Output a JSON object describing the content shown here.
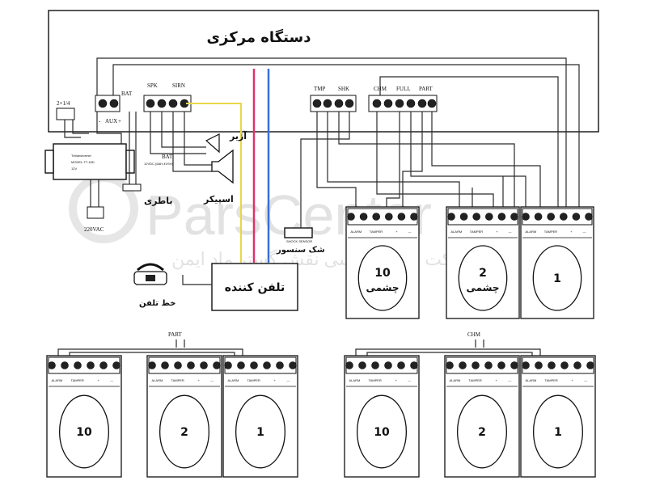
{
  "central_unit": {
    "title": "دستگاه مرکزی",
    "terminals": {
      "aux": "AUX",
      "aux_minus": "-",
      "aux_plus": "+",
      "bat": "BAT",
      "spk": "SPK",
      "siren": "SIRN",
      "tmp": "TMP",
      "shk": "SHK",
      "chm": "CHM",
      "full": "FULL",
      "part": "PART"
    }
  },
  "power": {
    "fuse_label": "2×1/4",
    "transformer_line1": "Tritransformer",
    "transformer_line2": "MODEL:TT-16D",
    "transformer_line3": "12V",
    "mains_label": "220VAC"
  },
  "battery": {
    "spec_label": "BAT",
    "spec_sub": "12VDC (6AH,4VSH)",
    "name": "باطری"
  },
  "outputs": {
    "buzzer": "آژیر",
    "speaker": "اسپیکر"
  },
  "shock_sensor": {
    "device_label": "SHOCK SENSOR",
    "name": "شک سنسور"
  },
  "dialer": {
    "name": "تلفن کننده",
    "phone_line": "خط تلفن"
  },
  "detector_terminal_labels": {
    "alarm": "ALARM",
    "tamper": "TAMPER",
    "plus": "+",
    "minus": "—"
  },
  "top_detectors": [
    {
      "number": "10",
      "label": "چشمی"
    },
    {
      "number": "2",
      "label": "چشمی"
    },
    {
      "number": "1",
      "label": ""
    }
  ],
  "part_group": {
    "label": "PART",
    "detectors": [
      {
        "number": "10"
      },
      {
        "number": "2"
      },
      {
        "number": "1"
      }
    ]
  },
  "chm_group": {
    "label": "CHM",
    "detectors": [
      {
        "number": "10"
      },
      {
        "number": "2"
      },
      {
        "number": "1"
      }
    ]
  },
  "watermark": {
    "latin": "ParsCenter",
    "persian": "شرکت فنی مهندسی نقش گستر ماد ایمن"
  },
  "colors": {
    "wire_pink": "#e0306e",
    "wire_blue": "#3a6fd8",
    "wire_yellow": "#e8d84a"
  }
}
